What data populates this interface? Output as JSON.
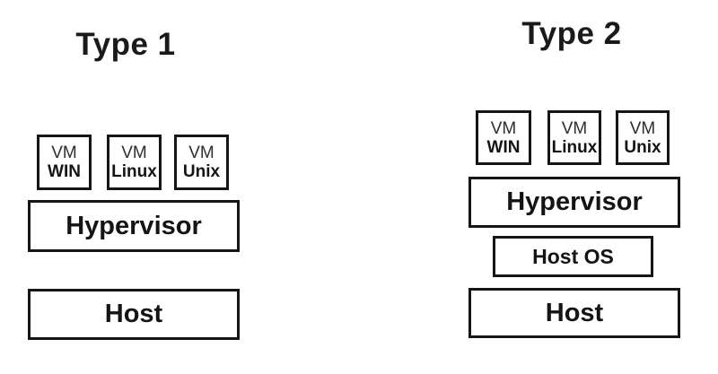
{
  "colors": {
    "background": "#ffffff",
    "line": "#161616",
    "text": "#141414",
    "vm_tag": "#2e2e2e"
  },
  "type1": {
    "title": "Type 1",
    "vms": [
      {
        "tag": "VM",
        "os": "WIN"
      },
      {
        "tag": "VM",
        "os": "Linux"
      },
      {
        "tag": "VM",
        "os": "Unix"
      }
    ],
    "hypervisor_label": "Hypervisor",
    "host_label": "Host"
  },
  "type2": {
    "title": "Type 2",
    "vms": [
      {
        "tag": "VM",
        "os": "WIN"
      },
      {
        "tag": "VM",
        "os": "Linux"
      },
      {
        "tag": "VM",
        "os": "Unix"
      }
    ],
    "hypervisor_label": "Hypervisor",
    "host_os_label": "Host OS",
    "host_label": "Host"
  }
}
